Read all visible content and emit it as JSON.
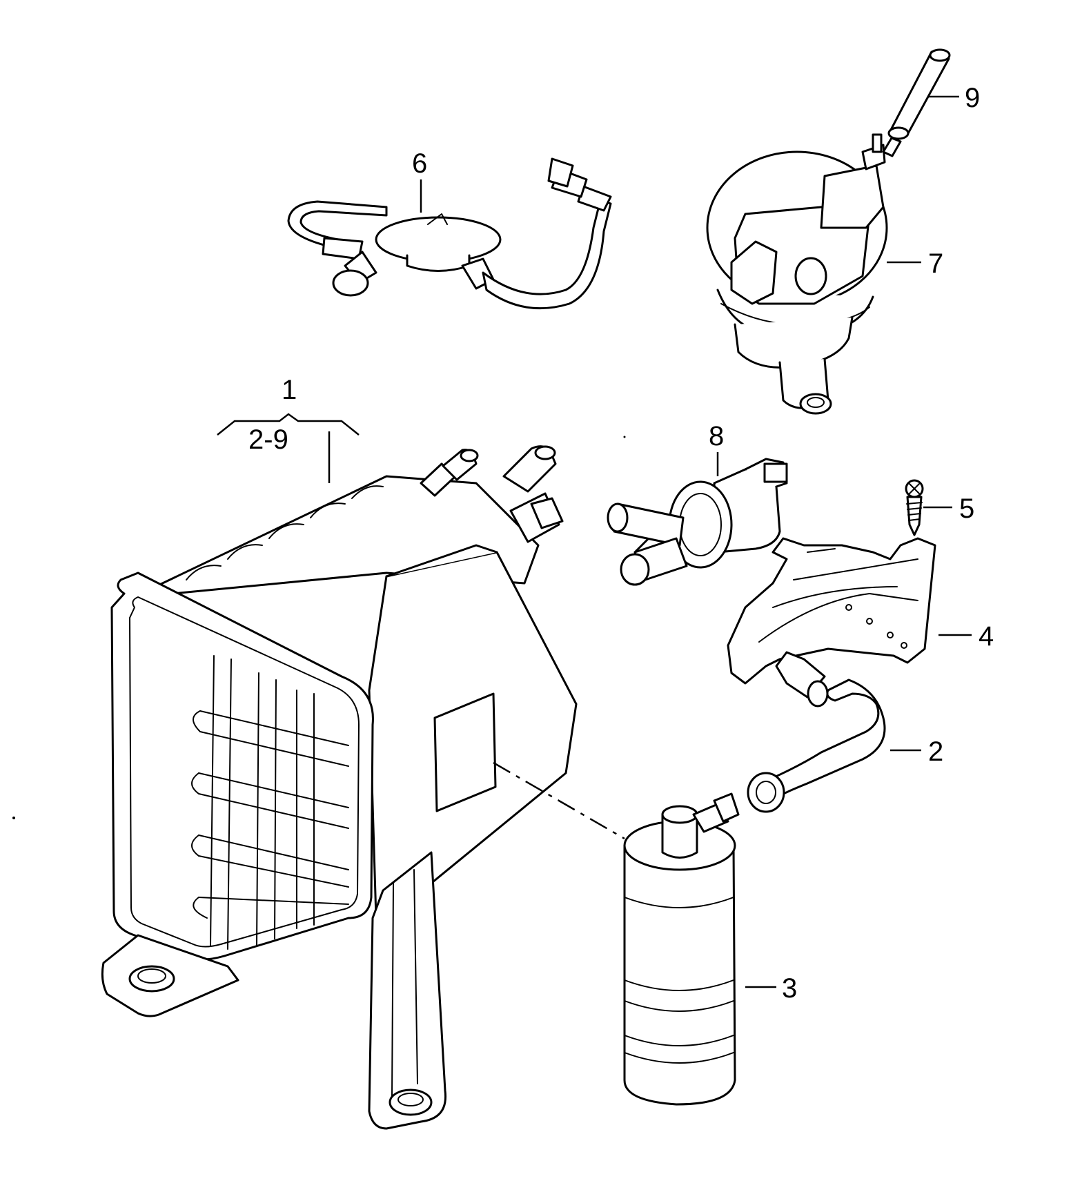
{
  "callouts": {
    "c1": "1",
    "c1_range": "2-9",
    "c2": "2",
    "c3": "3",
    "c4": "4",
    "c5": "5",
    "c6": "6",
    "c7": "7",
    "c8": "8",
    "c9": "9"
  }
}
